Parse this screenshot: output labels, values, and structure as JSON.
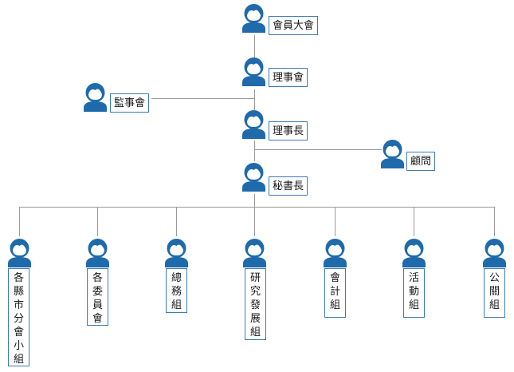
{
  "chart": {
    "top": [
      {
        "id": "assembly",
        "label": "會員大會"
      },
      {
        "id": "board",
        "label": "理事會"
      },
      {
        "id": "supervisor",
        "label": "監事會"
      },
      {
        "id": "chairman",
        "label": "理事長"
      },
      {
        "id": "advisor",
        "label": "顧問"
      },
      {
        "id": "secretary",
        "label": "秘書長"
      }
    ],
    "bottom": [
      {
        "id": "branch",
        "label": "各縣市分會小組"
      },
      {
        "id": "committees",
        "label": "各委員會"
      },
      {
        "id": "general",
        "label": "總務組"
      },
      {
        "id": "research",
        "label": "研究發展組"
      },
      {
        "id": "accounting",
        "label": "會計組"
      },
      {
        "id": "activities",
        "label": "活動組"
      },
      {
        "id": "pr",
        "label": "公關組"
      }
    ]
  },
  "colors": {
    "icon": "#1e6aab",
    "line": "#9a9a9a",
    "border": "#3a7ab8"
  }
}
